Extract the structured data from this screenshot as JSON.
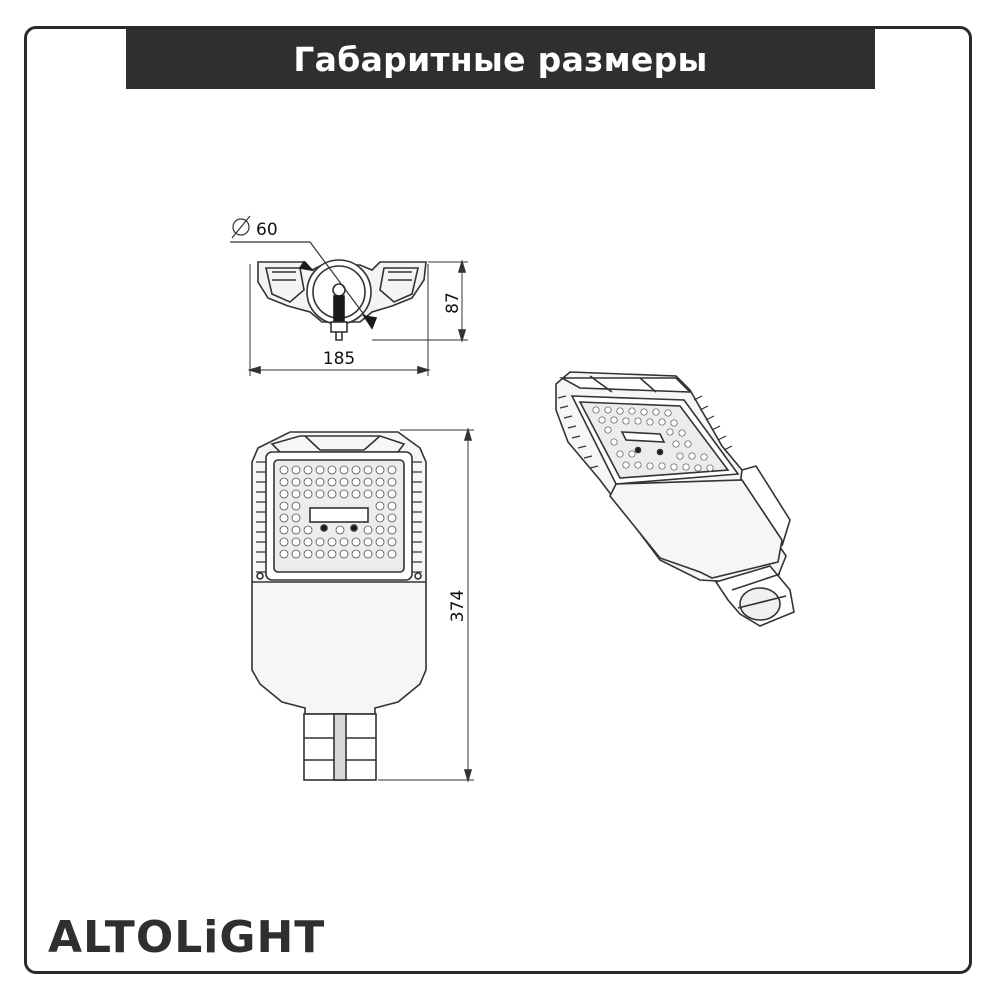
{
  "title": "Габаритные размеры",
  "brand": "ALTOLiGHT",
  "dimensions": {
    "diameter": "60",
    "height": "87",
    "width": "185",
    "length": "374"
  },
  "colors": {
    "title_bg": "#2f2f2f",
    "line": "#333333",
    "text": "#111111"
  }
}
